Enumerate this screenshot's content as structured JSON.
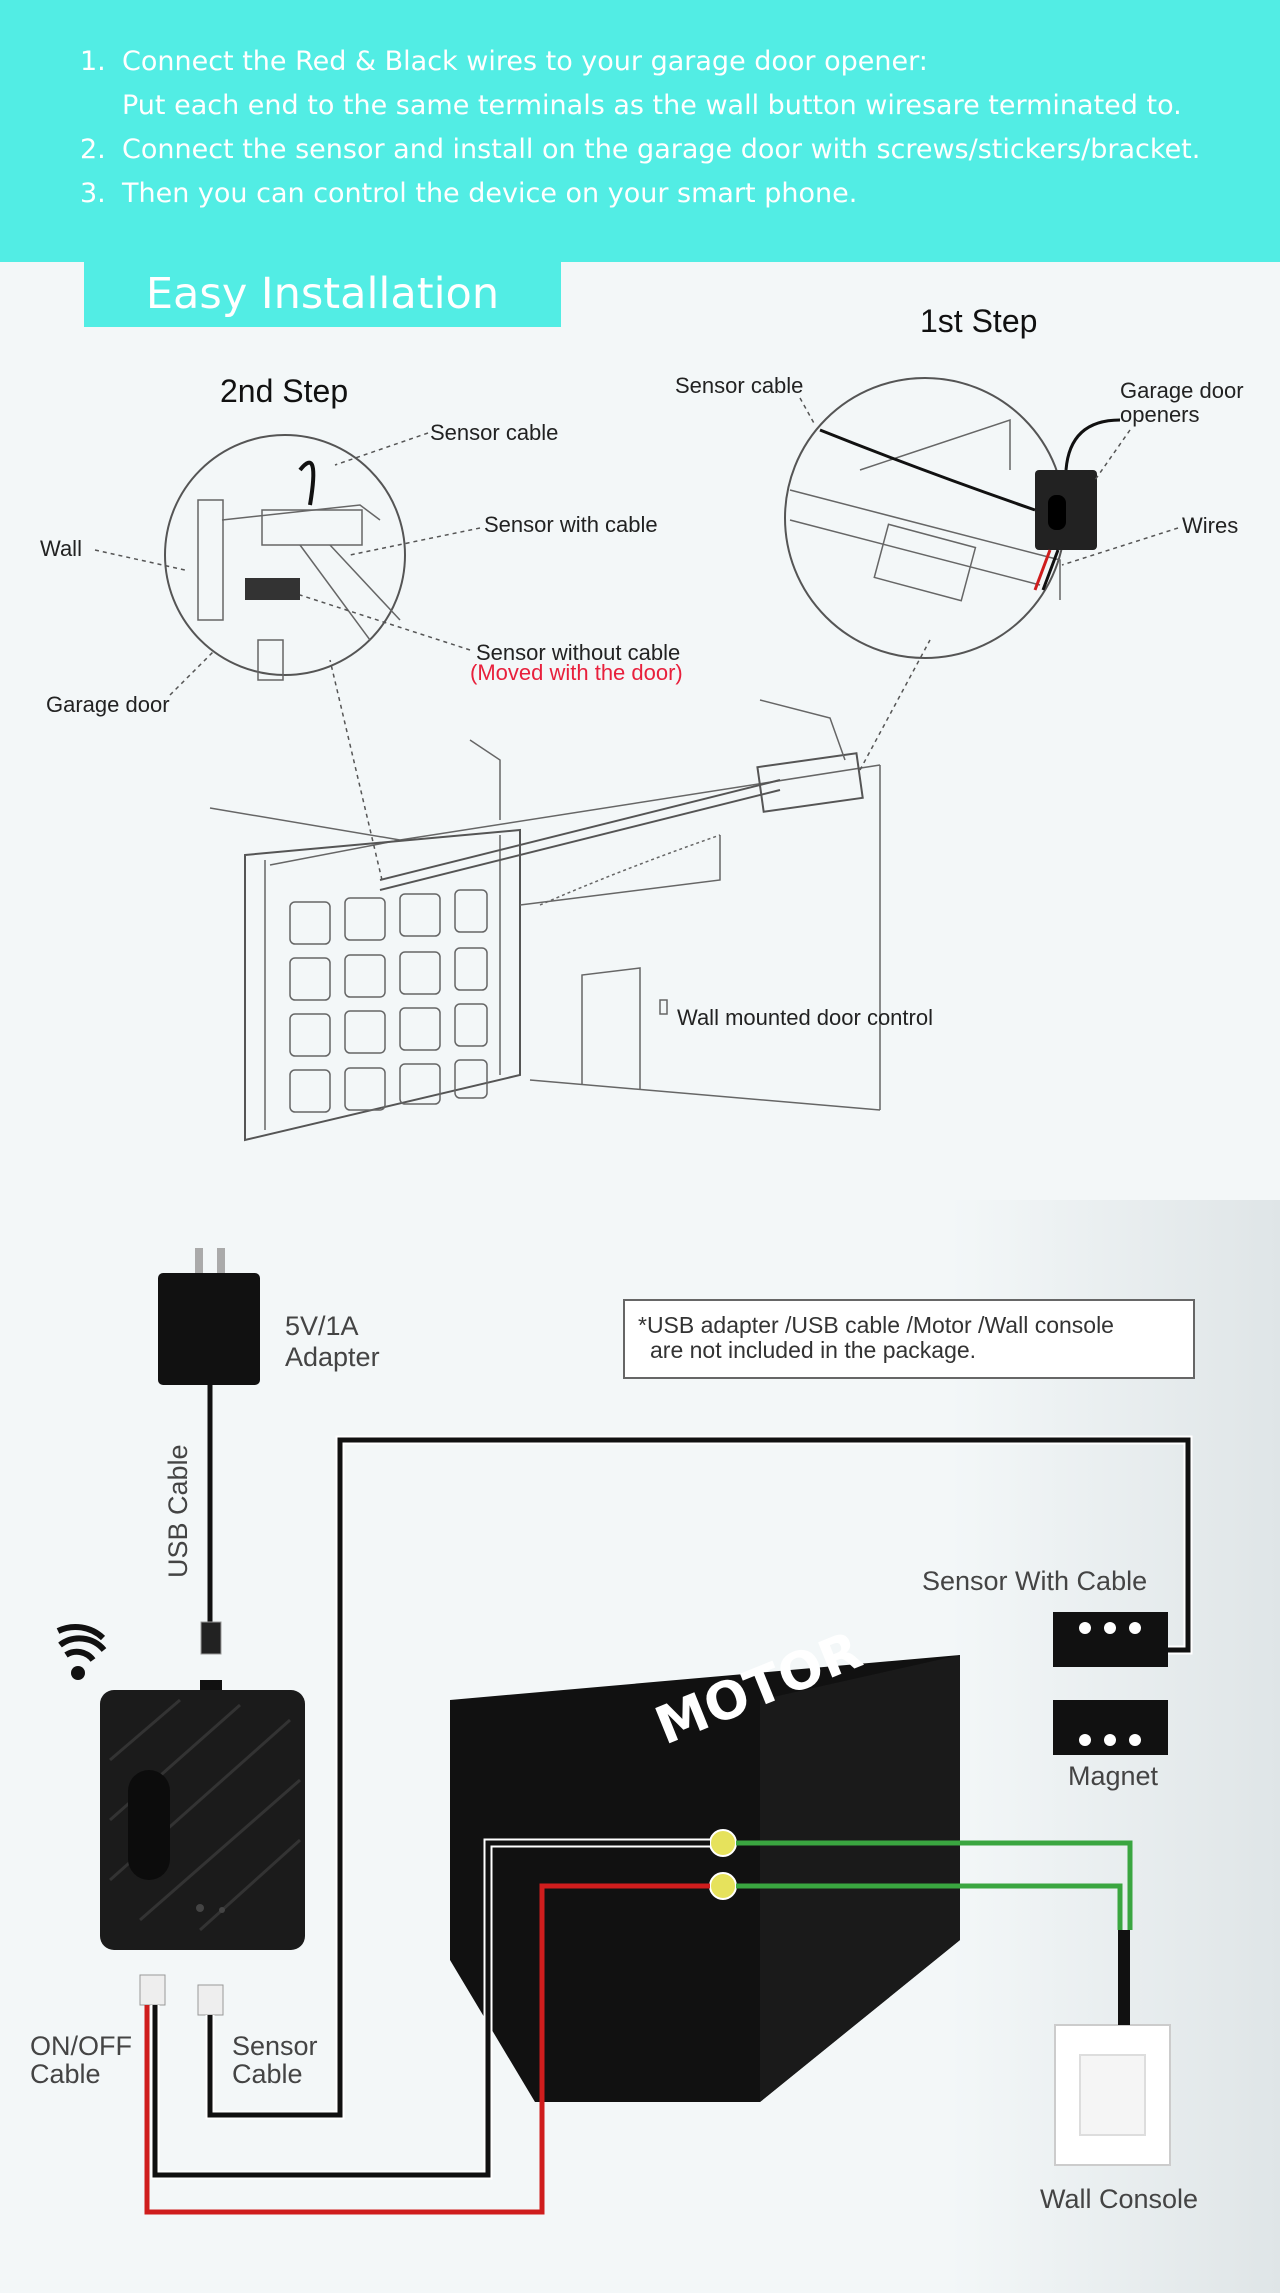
{
  "instructions": [
    {
      "num": "1.",
      "line1": "Connect the Red & Black wires to your garage door opener:",
      "line2": "Put each end to the same terminals as the wall button wiresare terminated to."
    },
    {
      "num": "2.",
      "line1": "Connect the sensor and install on the garage door with screws/stickers/bracket."
    },
    {
      "num": "3.",
      "line1": "Then you can control the device on your smart phone."
    }
  ],
  "section_title": "Easy Installation",
  "install_diagram": {
    "step1_title": "1st Step",
    "step2_title": "2nd Step",
    "step1_labels": {
      "sensor_cable": "Sensor cable",
      "garage_door_openers_1": "Garage door",
      "garage_door_openers_2": "openers",
      "wires": "Wires"
    },
    "step2_labels": {
      "sensor_cable": "Sensor cable",
      "sensor_with_cable": "Sensor with cable",
      "wall": "Wall",
      "sensor_without_cable": "Sensor without cable",
      "moved_with_door": "(Moved with the door)",
      "garage_door": "Garage door"
    },
    "wall_control_label": "Wall mounted door control"
  },
  "wiring_diagram": {
    "adapter_label_1": "5V/1A",
    "adapter_label_2": "Adapter",
    "usb_cable_label": "USB Cable",
    "note_line1": "*USB adapter /USB cable /Motor /Wall console",
    "note_line2": "are not included in the package.",
    "sensor_with_cable_label": "Sensor With Cable",
    "magnet_label": "Magnet",
    "motor_label": "MOTOR",
    "on_off_cable_1": "ON/OFF",
    "on_off_cable_2": "Cable",
    "sensor_cable_1": "Sensor",
    "sensor_cable_2": "Cable",
    "wall_console_label": "Wall Console",
    "colors": {
      "red_wire": "#cf1d1d",
      "black_wire": "#111111",
      "green_wire": "#3aa640",
      "accent": "#52ede4"
    }
  }
}
